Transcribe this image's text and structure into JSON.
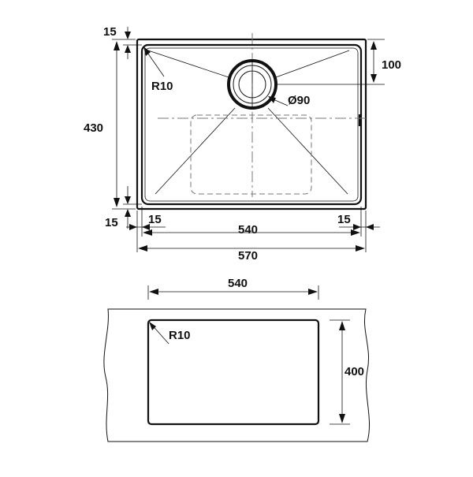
{
  "top_view": {
    "dim_top_offset": "15",
    "dim_bottom_offset": "15",
    "dim_height": "430",
    "dim_drain_offset": "100",
    "radius_label": "R10",
    "drain_label": "Ø90",
    "dim_left_inset": "15",
    "dim_right_inset": "15",
    "dim_inner_width": "540",
    "dim_outer_width": "570"
  },
  "cutout_view": {
    "dim_width": "540",
    "dim_height": "400",
    "radius_label": "R10"
  }
}
